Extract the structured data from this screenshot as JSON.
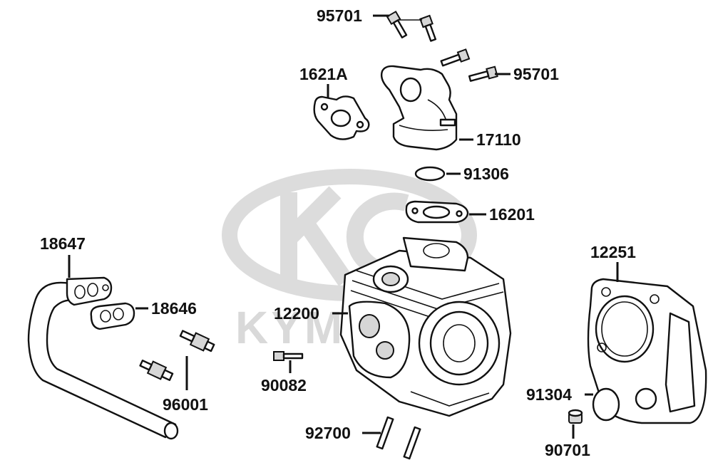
{
  "watermark": {
    "text": "KYMCO",
    "color": "#d9d9d9"
  },
  "parts": [
    {
      "id": "p95701a",
      "number": "95701",
      "name": "bolt-pair-top"
    },
    {
      "id": "p95701b",
      "number": "95701",
      "name": "bolt-pair-right"
    },
    {
      "id": "p1621A",
      "number": "1621A",
      "name": "insulator-gasket"
    },
    {
      "id": "p17110",
      "number": "17110",
      "name": "intake-manifold"
    },
    {
      "id": "p91306",
      "number": "91306",
      "name": "o-ring-intake"
    },
    {
      "id": "p16201",
      "number": "16201",
      "name": "intake-gasket"
    },
    {
      "id": "p18647",
      "number": "18647",
      "name": "exhaust-pipe"
    },
    {
      "id": "p18646",
      "number": "18646",
      "name": "exhaust-gasket"
    },
    {
      "id": "p12200",
      "number": "12200",
      "name": "cylinder-head"
    },
    {
      "id": "p12251",
      "number": "12251",
      "name": "head-gasket"
    },
    {
      "id": "p96001",
      "number": "96001",
      "name": "stud-bolts"
    },
    {
      "id": "p90082",
      "number": "90082",
      "name": "small-bolt"
    },
    {
      "id": "p91304",
      "number": "91304",
      "name": "o-ring-small"
    },
    {
      "id": "p90701",
      "number": "90701",
      "name": "dowel-pin"
    },
    {
      "id": "p92700",
      "number": "92700",
      "name": "stud-pair"
    }
  ]
}
